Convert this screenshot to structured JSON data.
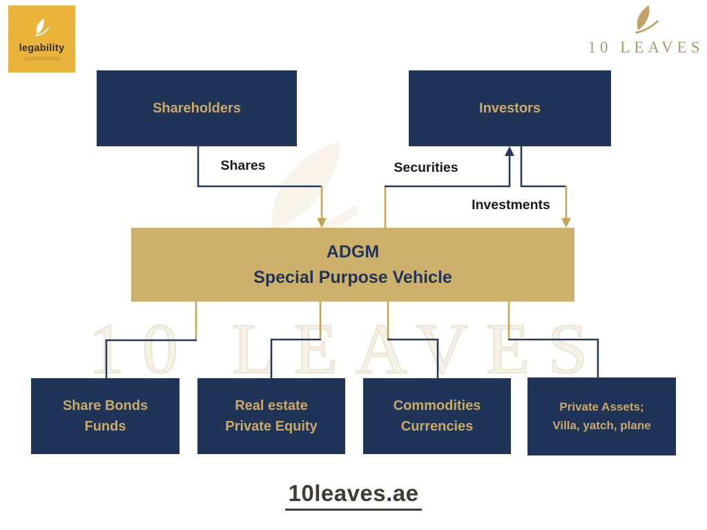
{
  "branding": {
    "legability": {
      "wordmark": "legability"
    },
    "ten_leaves": {
      "wordmark": "10 LEAVES"
    }
  },
  "watermark": {
    "text": "10 LEAVES"
  },
  "nodes": {
    "shareholders": {
      "label": "Shareholders"
    },
    "investors": {
      "label": "Investors"
    },
    "adgm": {
      "line1": "ADGM",
      "line2": "Special Purpose Vehicle"
    },
    "outputs": [
      {
        "line1": "Share Bonds",
        "line2": "Funds"
      },
      {
        "line1": "Real estate",
        "line2": "Private Equity"
      },
      {
        "line1": "Commodities",
        "line2": "Currencies"
      },
      {
        "line1": "Private Assets;",
        "line2": "Villa, yatch, plane"
      }
    ]
  },
  "edges": {
    "shares": "Shares",
    "securities": "Securities",
    "investments": "Investments"
  },
  "footer": {
    "website": "10leaves.ae"
  },
  "colors": {
    "navy": "#1f3456",
    "gold": "#cdb06c",
    "gold_text": "#cba968",
    "navy_line": "#26395c",
    "gold_line": "#c4a458",
    "legability_bg": "#e9b33c"
  }
}
